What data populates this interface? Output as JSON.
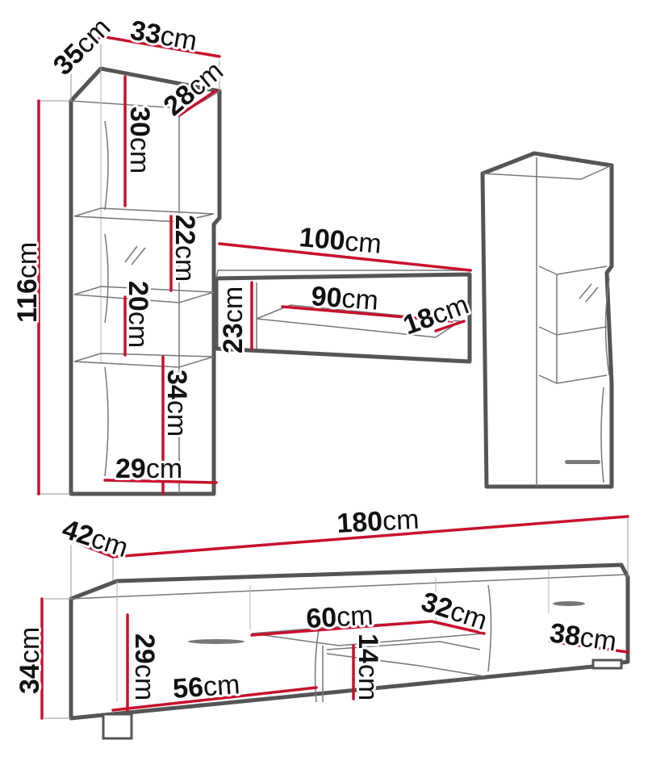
{
  "dimensions": [
    {
      "id": "wall-cabinet-depth",
      "value": "35",
      "unit": "cm"
    },
    {
      "id": "wall-cabinet-width",
      "value": "33",
      "unit": "cm"
    },
    {
      "id": "wall-cabinet-inner-depth",
      "value": "28",
      "unit": "cm"
    },
    {
      "id": "wall-cabinet-top-compartment",
      "value": "30",
      "unit": "cm"
    },
    {
      "id": "wall-cabinet-glass-shelf",
      "value": "22",
      "unit": "cm"
    },
    {
      "id": "wall-cabinet-middle-shelf",
      "value": "20",
      "unit": "cm"
    },
    {
      "id": "wall-cabinet-bottom-compartment",
      "value": "34",
      "unit": "cm"
    },
    {
      "id": "wall-cabinet-inner-width",
      "value": "29",
      "unit": "cm"
    },
    {
      "id": "wall-cabinet-height",
      "value": "116",
      "unit": "cm"
    },
    {
      "id": "shelf-width",
      "value": "100",
      "unit": "cm"
    },
    {
      "id": "shelf-inner-width",
      "value": "90",
      "unit": "cm"
    },
    {
      "id": "shelf-depth",
      "value": "18",
      "unit": "cm"
    },
    {
      "id": "shelf-height",
      "value": "23",
      "unit": "cm"
    },
    {
      "id": "tv-unit-depth",
      "value": "42",
      "unit": "cm"
    },
    {
      "id": "tv-unit-width",
      "value": "180",
      "unit": "cm"
    },
    {
      "id": "tv-unit-open-width",
      "value": "60",
      "unit": "cm"
    },
    {
      "id": "tv-unit-open-depth",
      "value": "32",
      "unit": "cm"
    },
    {
      "id": "tv-unit-drawer-depth",
      "value": "38",
      "unit": "cm"
    },
    {
      "id": "tv-unit-height",
      "value": "34",
      "unit": "cm"
    },
    {
      "id": "tv-unit-inner-height",
      "value": "29",
      "unit": "cm"
    },
    {
      "id": "tv-unit-open-height",
      "value": "14",
      "unit": "cm"
    },
    {
      "id": "tv-unit-compartment-width",
      "value": "56",
      "unit": "cm"
    }
  ]
}
